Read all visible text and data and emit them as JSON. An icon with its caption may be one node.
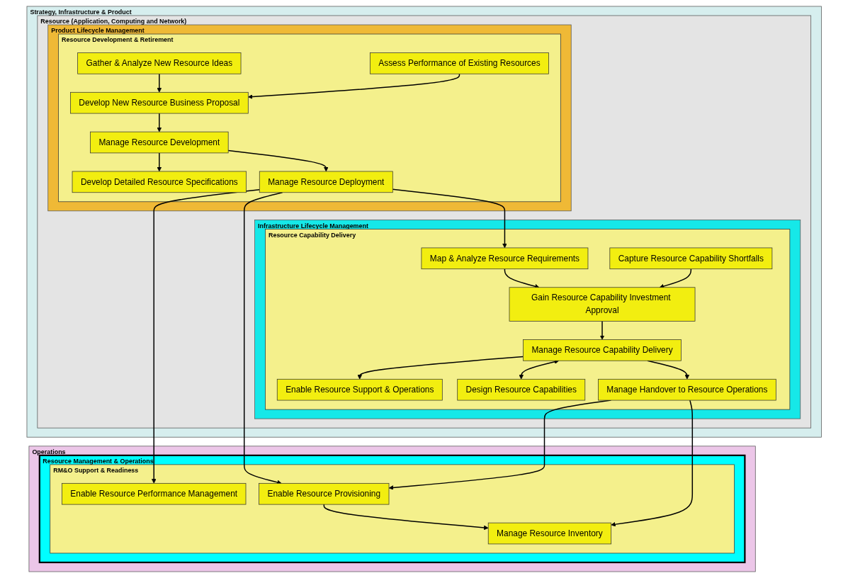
{
  "diagram": {
    "nodes": [
      {
        "text": [
          "Strategy, Infrastructure & Product"
        ]
      },
      {
        "text": [
          "Resource (Application, Computing and Network)"
        ],
        "in": 0
      },
      {
        "text": [
          "Product Lifecycle Management"
        ],
        "in": 1
      },
      {
        "text": [
          "Resource Development & Retirement"
        ],
        "in": 2
      },
      {
        "text": [
          "Gather & Analyze New Resource Ideas"
        ],
        "in": 3
      },
      {
        "text": [
          "Assess Performance of Existing Resources"
        ],
        "in": 3
      },
      {
        "text": [
          "Develop New Resource Business Proposal"
        ],
        "in": 3
      },
      {
        "text": [
          "Manage Resource Development"
        ],
        "in": 3
      },
      {
        "text": [
          "Develop Detailed Resource Specifications"
        ],
        "in": 3
      },
      {
        "text": [
          "Manage Resource Deployment"
        ],
        "in": 3
      },
      {
        "text": [
          "Infrastructure Lifecycle Management"
        ],
        "in": 1
      },
      {
        "text": [
          "Resource Capability Delivery"
        ],
        "in": 10
      },
      {
        "text": [
          "Map & Analyze Resource Requirements"
        ],
        "in": 11
      },
      {
        "text": [
          "Capture Resource Capability Shortfalls"
        ],
        "in": 11
      },
      {
        "text": [
          "Gain Resource Capability Investment Approval"
        ],
        "in": 11
      },
      {
        "text": [
          "Manage Resource Capability Delivery"
        ],
        "in": 11
      },
      {
        "text": [
          "Enable Resource Support & Operations"
        ],
        "in": 11
      },
      {
        "text": [
          "Design Resource Capabilities"
        ],
        "in": 11
      },
      {
        "text": [
          "Manage Handover to Resource Operations"
        ],
        "in": 11
      },
      {
        "text": [
          "Operations"
        ]
      },
      {
        "text": [
          "Resource Management & Operations"
        ],
        "in": 19
      },
      {
        "text": [
          "RM&O Support & Readiness"
        ],
        "in": 20
      },
      {
        "text": [
          "Enable Resource Provisioning"
        ],
        "in": 21
      },
      {
        "text": [
          "Enable Resource Performance Management"
        ],
        "in": 21
      },
      {
        "text": [
          "Manage Resource Inventory"
        ],
        "in": 21
      }
    ],
    "edges": [
      {
        "from": 4,
        "to": 6,
        "arrow": "to"
      },
      {
        "from": 5,
        "to": 6,
        "arrow": "to"
      },
      {
        "from": 6,
        "to": 7,
        "arrow": "to"
      },
      {
        "from": 7,
        "to": 8,
        "arrow": "to"
      },
      {
        "from": 7,
        "to": 9,
        "arrow": "to"
      },
      {
        "from": 9,
        "to": 23,
        "arrow": "to"
      },
      {
        "from": 9,
        "to": 22,
        "arrow": "to"
      },
      {
        "from": 9,
        "to": 12,
        "arrow": "to"
      },
      {
        "from": 12,
        "to": 14,
        "arrow": "to"
      },
      {
        "from": 13,
        "to": 14,
        "arrow": "to"
      },
      {
        "from": 14,
        "to": 15,
        "arrow": "to"
      },
      {
        "from": 15,
        "to": 16,
        "arrow": "to"
      },
      {
        "from": 15,
        "to": 17,
        "arrow": "both"
      },
      {
        "from": 15,
        "to": 18,
        "arrow": "to"
      },
      {
        "from": 18,
        "to": 22,
        "arrow": "to"
      },
      {
        "from": 18,
        "to": 24,
        "arrow": "to"
      },
      {
        "from": 22,
        "to": 24,
        "arrow": "to"
      }
    ]
  }
}
